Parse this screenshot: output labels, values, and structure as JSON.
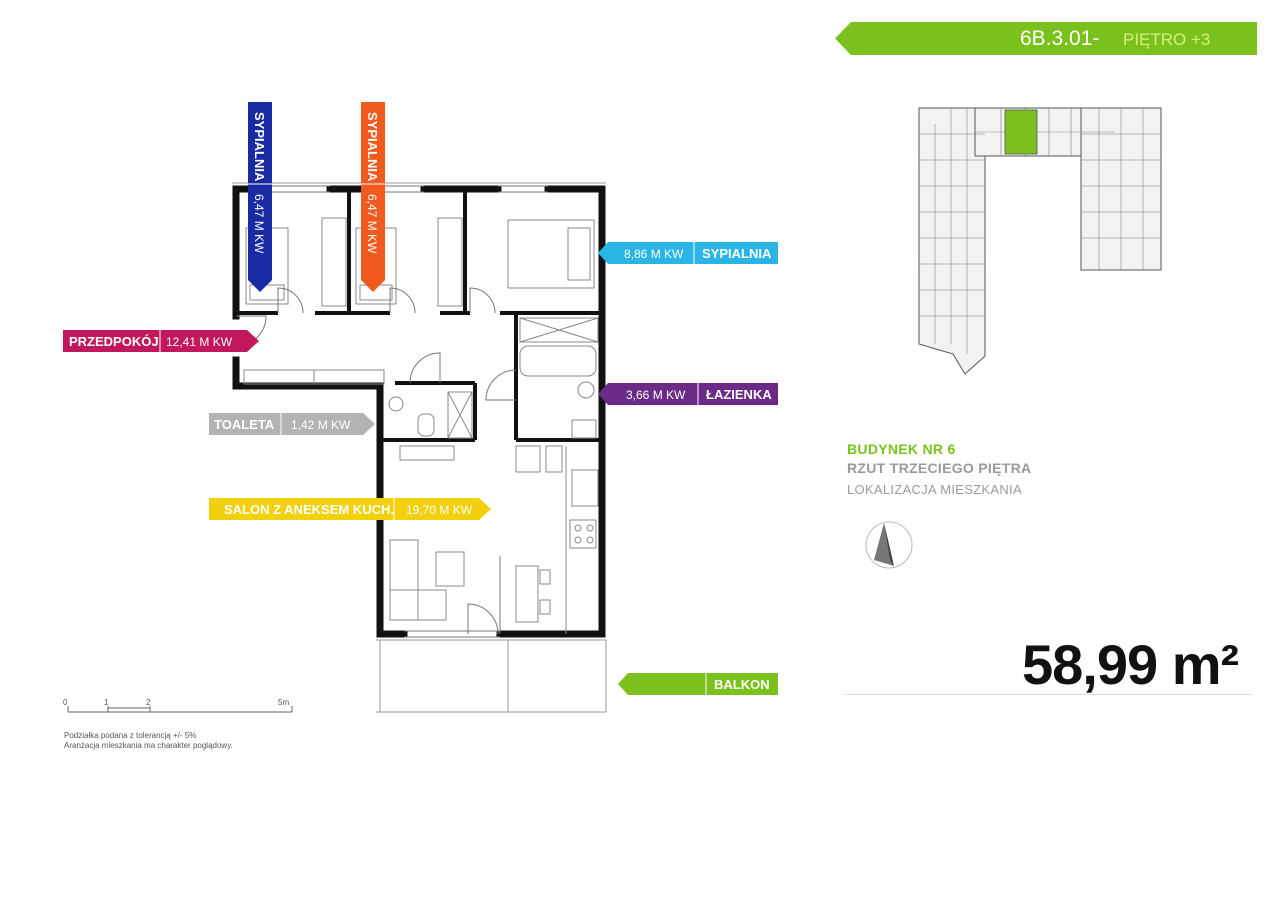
{
  "header": {
    "unit_code": "6B.3.01-",
    "floor_label": "PIĘTRO +3",
    "color": "#7bc11e"
  },
  "rooms": {
    "bedroom_1": {
      "name": "SYPIALNIA",
      "area": "6,47 M KW",
      "color": "#1a2aa3"
    },
    "bedroom_2": {
      "name": "SYPIALNIA",
      "area": "6,47 M KW",
      "color": "#f05a1f"
    },
    "bedroom_3": {
      "name": "SYPIALNIA",
      "area": "8,86 M KW",
      "color": "#2bb5e6"
    },
    "hallway": {
      "name": "PRZEDPOKÓJ",
      "area": "12,41 M KW",
      "color": "#c0185b"
    },
    "bathroom": {
      "name": "ŁAZIENKA",
      "area": "3,66 M KW",
      "color": "#6b2a86"
    },
    "toilet": {
      "name": "TOALETA",
      "area": "1,42 M KW",
      "color": "#b3b3b3"
    },
    "living": {
      "name": "SALON Z ANEKSEM KUCH.",
      "area": "19,70 M KW",
      "color": "#f2d10c"
    },
    "balcony": {
      "name": "BALKON",
      "color": "#7bc11e"
    }
  },
  "info": {
    "building": "BUDYNEK NR 6",
    "floor_plan": "RZUT TRZECIEGO PIĘTRA",
    "location": "LOKALIZACJA MIESZKANIA",
    "total_area": "58,99 m²"
  },
  "scale": {
    "ticks": [
      "0",
      "1",
      "2",
      "5m"
    ]
  },
  "notes": {
    "line1": "Podziałka podana z tolerancją +/- 5%",
    "line2": "Aranżacja mieszkania ma charakter poglądowy."
  }
}
